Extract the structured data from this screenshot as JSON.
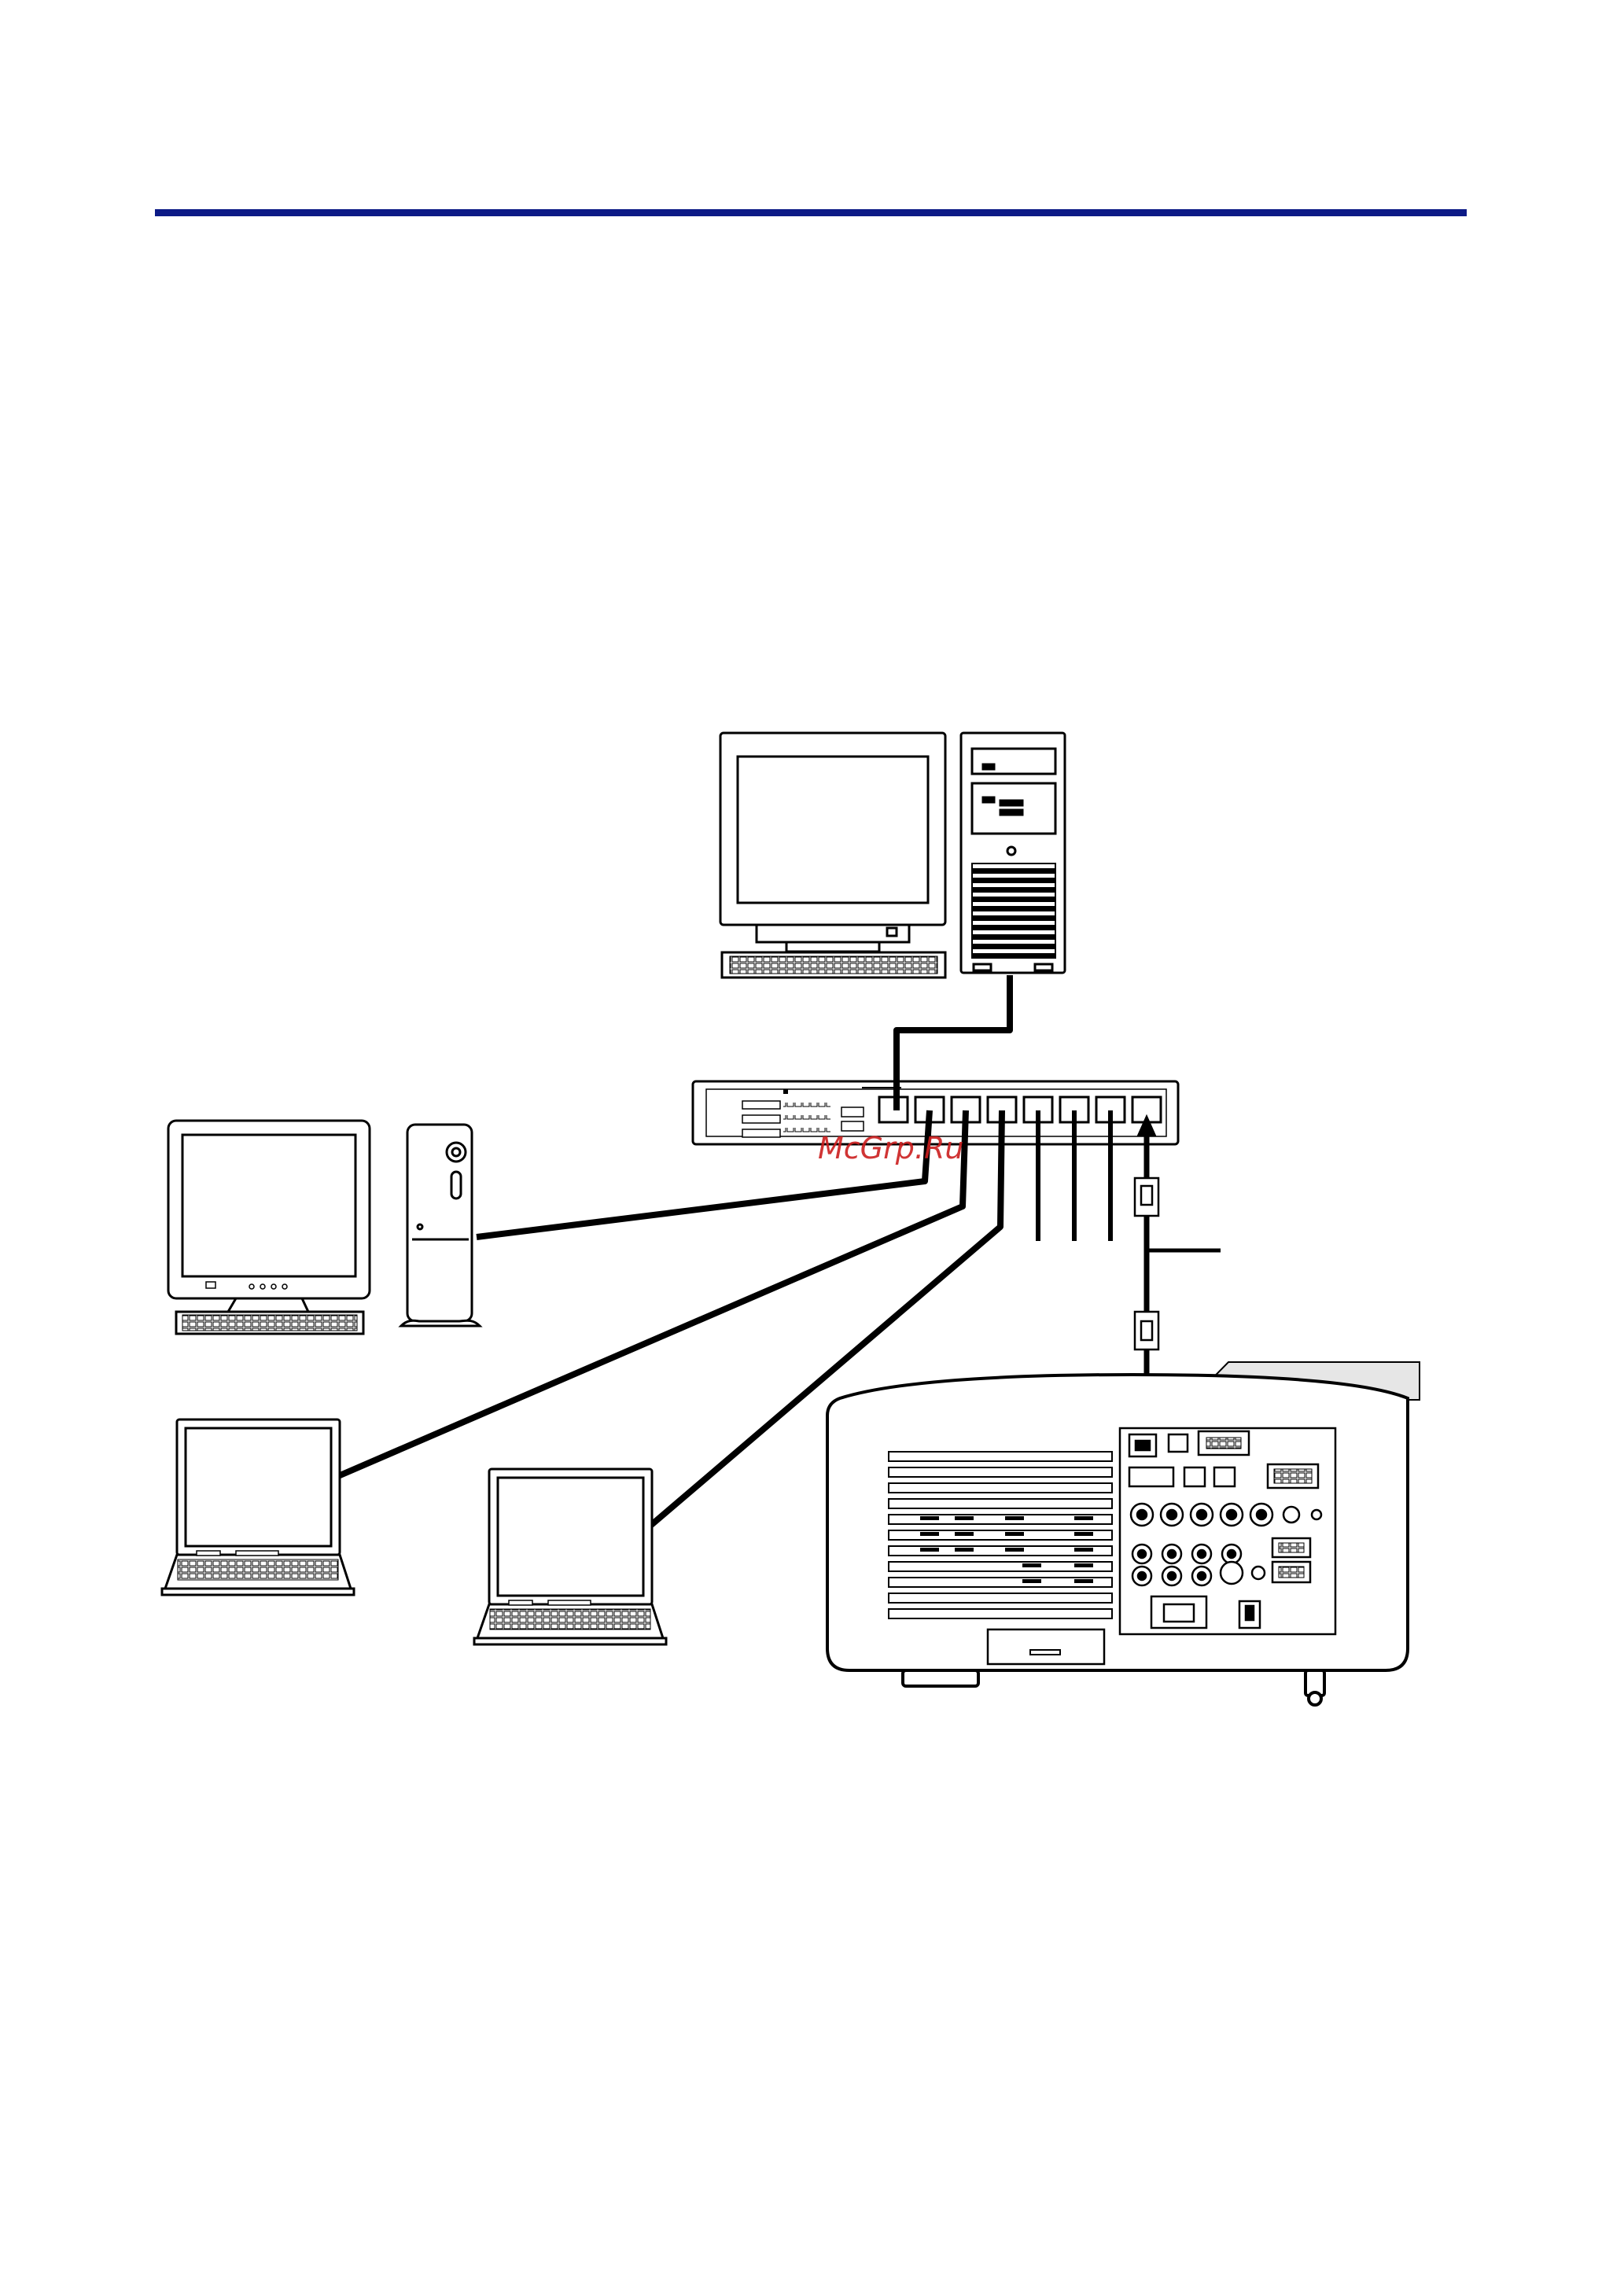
{
  "page": {
    "header_rule_color": "#0c1a86"
  },
  "watermark": {
    "text": "McGrp.Ru",
    "color": "#cc1f1f"
  },
  "diagram": {
    "devices": [
      {
        "name": "desktop-pc-server",
        "icon": "desktop-computer-icon"
      },
      {
        "name": "hub",
        "icon": "network-hub-icon"
      },
      {
        "name": "desktop-pc-slim",
        "icon": "desktop-computer-icon"
      },
      {
        "name": "laptop-left",
        "icon": "laptop-icon"
      },
      {
        "name": "laptop-center",
        "icon": "laptop-icon"
      },
      {
        "name": "projector",
        "icon": "projector-icon"
      }
    ],
    "callout_label": "",
    "cable_label": ""
  }
}
